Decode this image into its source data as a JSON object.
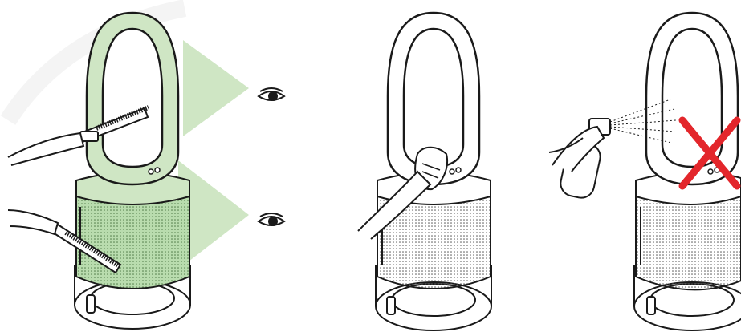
{
  "diagram": {
    "panels": [
      {
        "id": "brush-clean",
        "description_icon": "brush-icon",
        "highlight_color": "#cfe6c4",
        "inspect_icon": "eye-icon"
      },
      {
        "id": "wipe-clean",
        "description_icon": "cloth-icon"
      },
      {
        "id": "no-spray",
        "description_icon": "spray-can-icon",
        "prohibited_mark_color": "#e3262b"
      }
    ],
    "colors": {
      "line": "#1a1a1a",
      "highlight": "#cfe6c4",
      "highlight_dark": "#a9d39a",
      "cross": "#e3262b"
    },
    "icons": [
      "eye-icon",
      "brush-icon",
      "cloth-icon",
      "spray-can-icon",
      "cross-mark-icon"
    ]
  }
}
